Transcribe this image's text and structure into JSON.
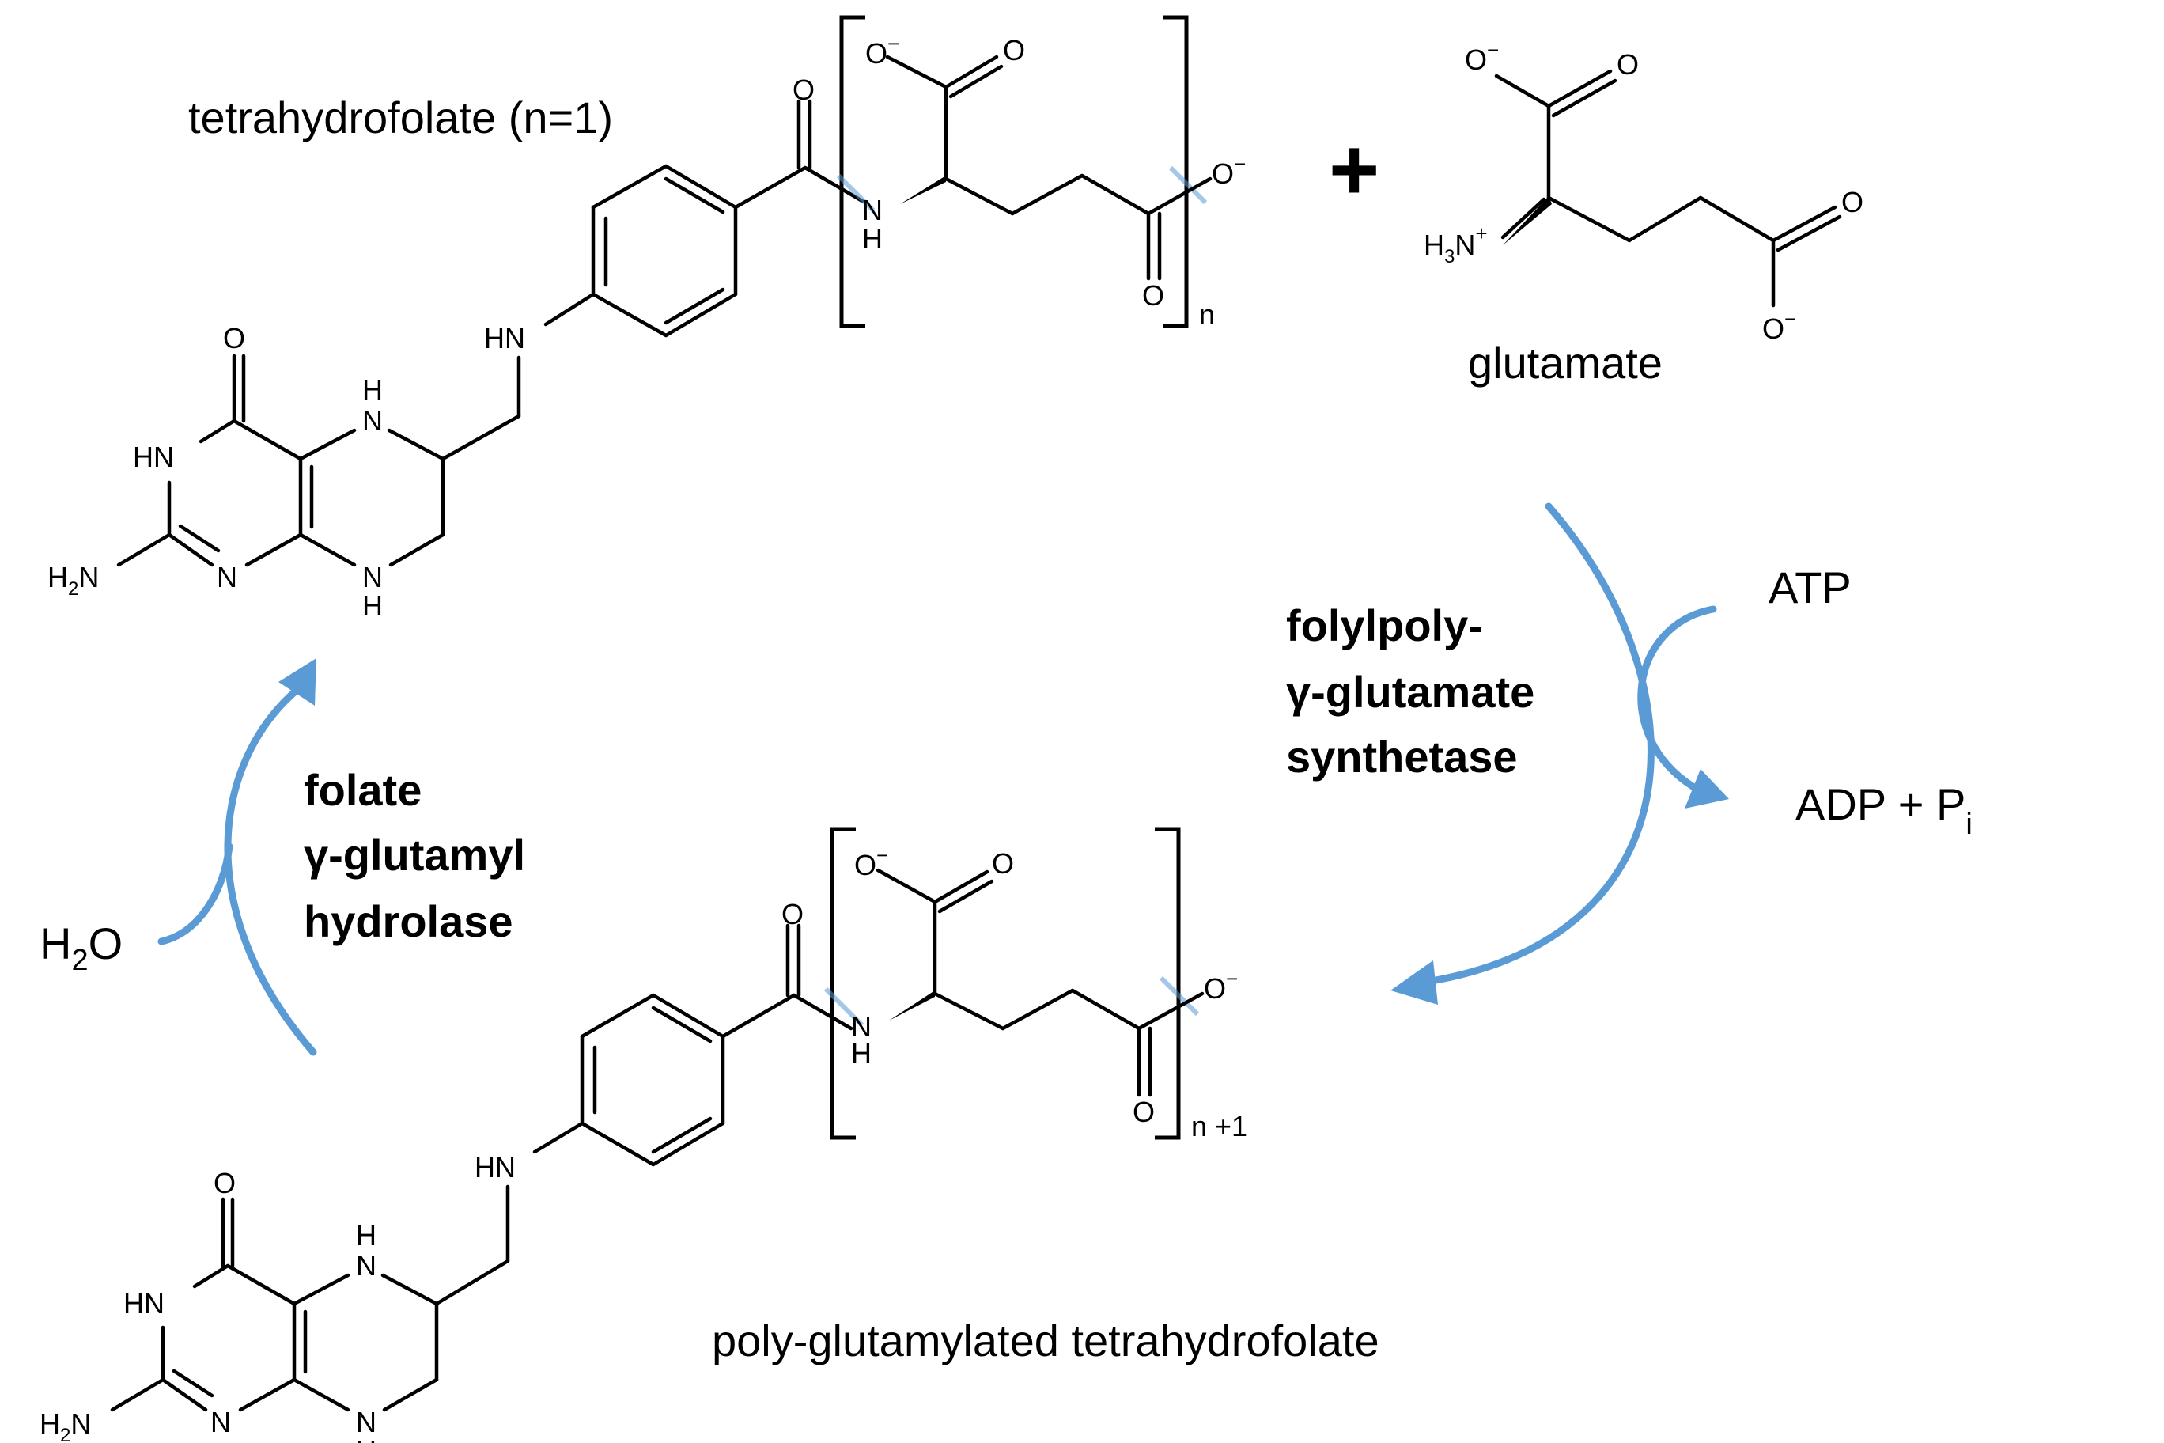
{
  "labels": {
    "thf_title": "tetrahydrofolate (n=1)",
    "glutamate_name": "glutamate",
    "plus_sign": "+",
    "fpgs_line1": "folylpoly-",
    "fpgs_line2": "γ-glutamate",
    "fpgs_line3": "synthetase",
    "ggh_line1": "folate",
    "ggh_line2": "γ-glutamyl",
    "ggh_line3": "hydrolase",
    "atp": "ATP",
    "adp_pi": "ADP + P",
    "pi_subscript": "i",
    "water_h": "H",
    "water_sub": "2",
    "water_o": "O",
    "product_title": "poly-glutamylated tetrahydrofolate",
    "repeat_n": "n",
    "repeat_n_plus_1": "n +1"
  },
  "atoms": {
    "O": "O",
    "O_minus": "O",
    "minus": "−",
    "plus": "+",
    "HN": "HN",
    "NH_N": "N",
    "NH_H": "H",
    "N": "N",
    "H2N_H": "H",
    "H2N_2": "2",
    "H2N_N": "N",
    "H3N_H": "H",
    "H3N_3": "3",
    "H3N_N": "N"
  },
  "colors": {
    "arrow": "#5b9bd5",
    "bond": "#000000"
  }
}
